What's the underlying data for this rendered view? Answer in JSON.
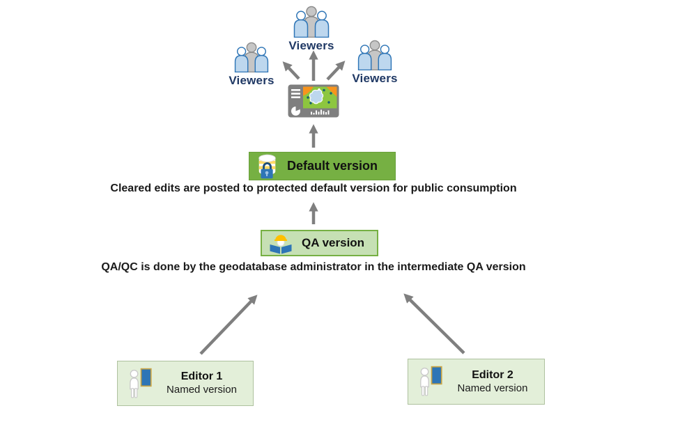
{
  "viewers": {
    "label": "Viewers"
  },
  "captions": {
    "default_posting": "Cleared edits are posted to protected default version for public consumption",
    "qa_process": "QA/QC is done by the geodatabase administrator in the intermediate QA version"
  },
  "nodes": {
    "default_version": {
      "label": "Default version"
    },
    "qa_version": {
      "label": "QA version"
    },
    "editor_1": {
      "title": "Editor 1",
      "subtitle": "Named version"
    },
    "editor_2": {
      "title": "Editor 2",
      "subtitle": "Named version"
    }
  },
  "icons": {
    "viewers": "people-group-icon",
    "map": "map-dashboard-icon",
    "default_version": "database-with-lock-icon",
    "qa_version": "reviewer-reading-icon",
    "editors": "editor-at-whiteboard-icon",
    "arrows": "gray-flow-arrows"
  },
  "colors": {
    "default_box_fill": "#76B043",
    "qa_box_fill": "#C6E0B4",
    "qa_box_border": "#76B043",
    "editor_box_fill": "#E3EFD9",
    "arrow_gray": "#7F7F7F",
    "viewers_text": "#1F3864",
    "people_blue_fill": "#BDD7EE",
    "people_blue_outline": "#2E75B6",
    "people_gray_fill": "#C6C6C6",
    "map_green": "#8DC63F",
    "map_orange": "#F7941D",
    "lock_blue": "#2E75B6",
    "db_band_yellow": "#FFD966",
    "hat_yellow": "#FFC000",
    "board_frame_gold": "#C9A445"
  }
}
